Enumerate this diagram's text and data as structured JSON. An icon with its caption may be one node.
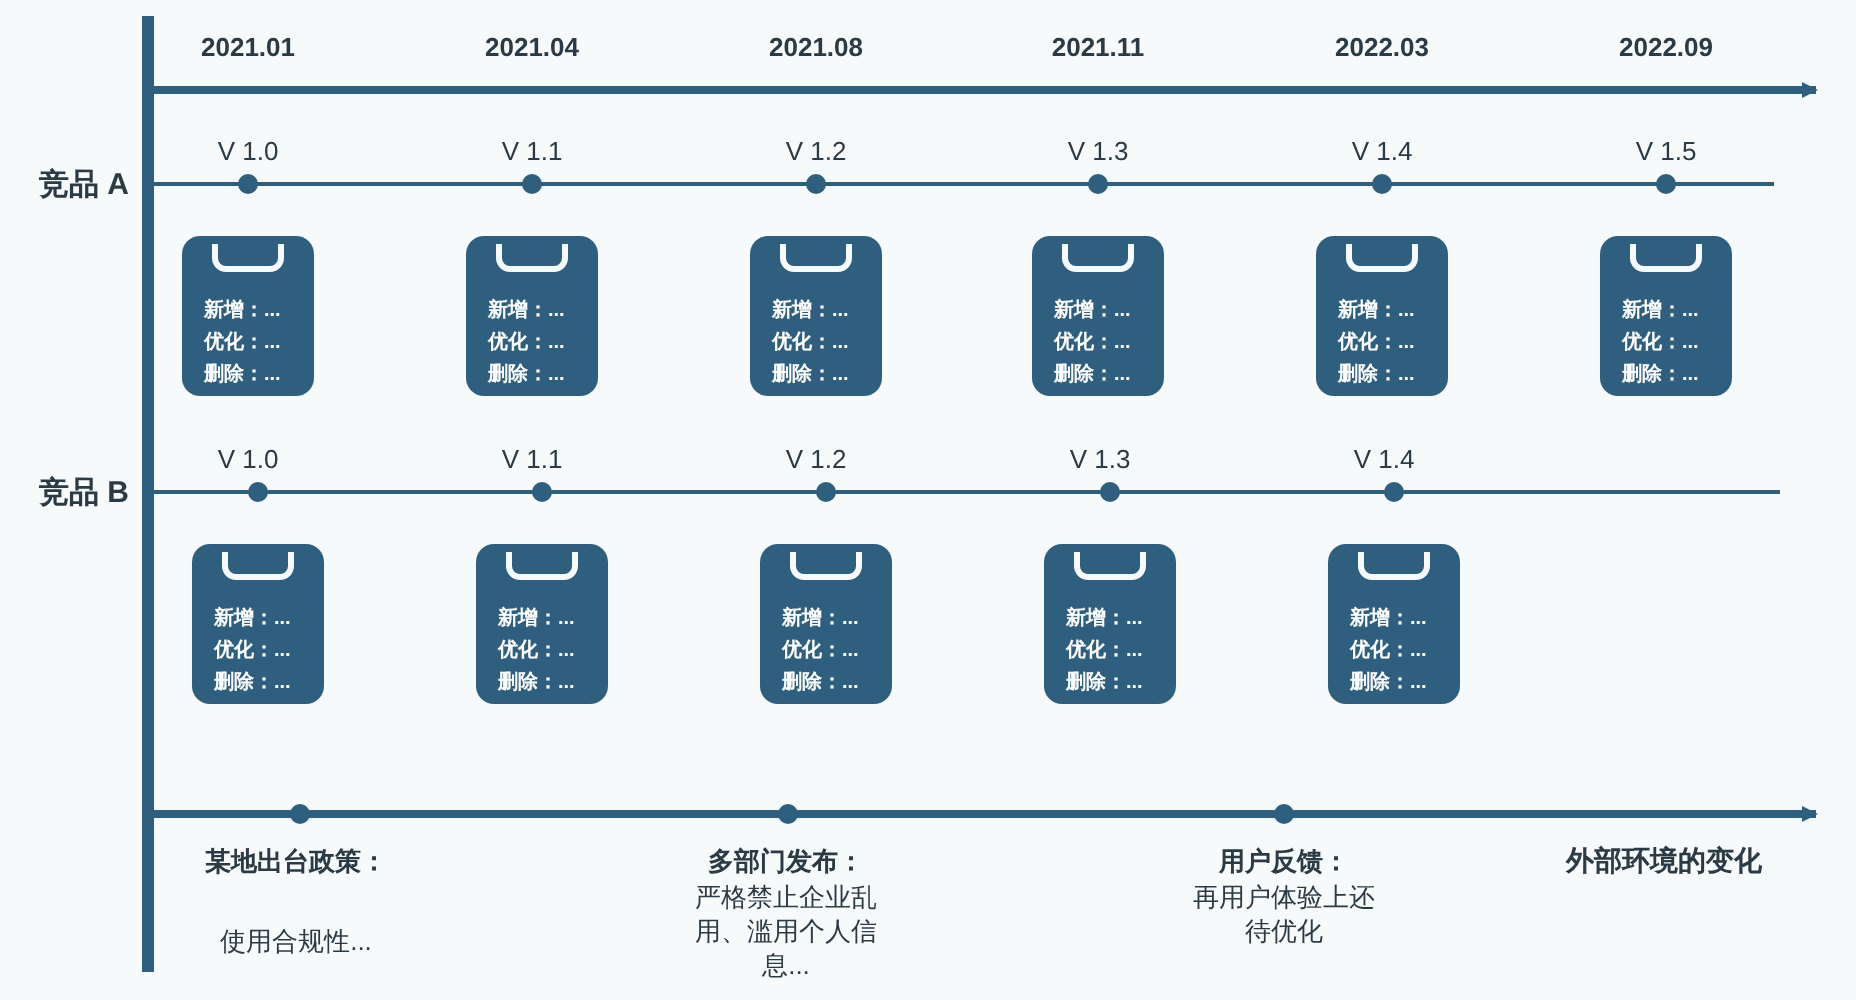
{
  "diagram": {
    "nodes": [
      {
        "text": [
          "新增：...",
          "优化：...",
          "删除：..."
        ]
      },
      {
        "text": [
          "新增：...",
          "优化：...",
          "删除：..."
        ]
      },
      {
        "text": [
          "新增：...",
          "优化：...",
          "删除：..."
        ]
      },
      {
        "text": [
          "新增：...",
          "优化：...",
          "删除：..."
        ]
      },
      {
        "text": [
          "新增：...",
          "优化：...",
          "删除：..."
        ]
      },
      {
        "text": [
          "新增：...",
          "优化：...",
          "删除：..."
        ]
      },
      {
        "text": [
          "新增：...",
          "优化：...",
          "删除：..."
        ]
      },
      {
        "text": [
          "新增：...",
          "优化：...",
          "删除：..."
        ]
      },
      {
        "text": [
          "新增：...",
          "优化：...",
          "删除：..."
        ]
      },
      {
        "text": [
          "新增：...",
          "优化：...",
          "删除：..."
        ]
      },
      {
        "text": [
          "新增：...",
          "优化：...",
          "删除：..."
        ]
      }
    ],
    "labels": [
      "2021.01",
      "2021.04",
      "2021.08",
      "2021.11",
      "2022.03",
      "2022.09",
      "竞品 A",
      "V 1.0",
      "V 1.1",
      "V 1.2",
      "V 1.3",
      "V 1.4",
      "V 1.5",
      "竞品 B",
      "V 1.0",
      "V 1.1",
      "V 1.2",
      "V 1.3",
      "V 1.4",
      "某地出台政策：",
      "使用合规性...",
      "多部门发布：",
      "严格禁止企业乱用、滥用个人信息...",
      "用户反馈：",
      "再用户体验上还待优化",
      "外部环境的变化"
    ]
  }
}
